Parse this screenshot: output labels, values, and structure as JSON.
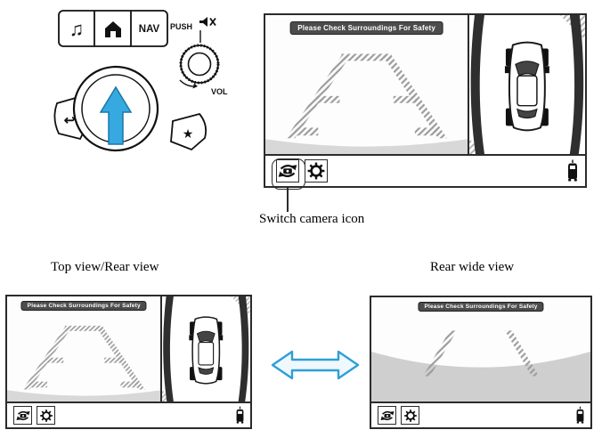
{
  "figure": {
    "description": "vehicle rear camera views diagram"
  },
  "commander": {
    "nav_label": "NAV",
    "push_label": "PUSH",
    "vol_label": "VOL",
    "music_glyph": "♫",
    "back_glyph": "↩",
    "star_glyph": "★",
    "arrow_color": "#36a9e0"
  },
  "screen": {
    "warning_banner": "Please Check Surroundings For Safety",
    "banner_bg": "#4c4c4c",
    "banner_text_color": "#ffffff"
  },
  "callout": {
    "caption": "Switch camera icon"
  },
  "view_labels": {
    "left": "Top view/Rear view",
    "right": "Rear wide view"
  },
  "swap_arrow_color": "#2e9fd6",
  "icons": {
    "toolbar": [
      "switch-camera-icon",
      "settings-gear-icon",
      "vehicle-icon"
    ],
    "commander": [
      "music-note-icon",
      "home-icon",
      "mute-icon",
      "back-icon",
      "star-icon"
    ]
  }
}
